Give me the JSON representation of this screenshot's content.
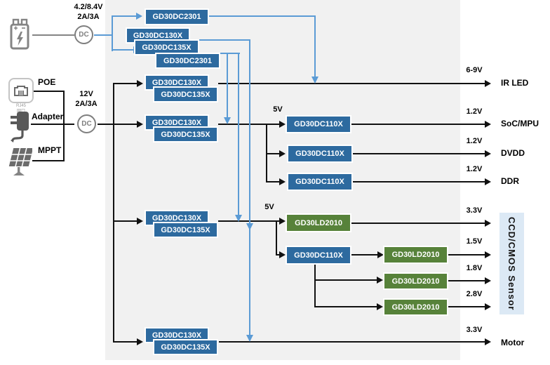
{
  "colors": {
    "block_blue": "#2D6A9F",
    "block_green": "#57823A",
    "line_blue": "#5B9BD5",
    "panel_gray": "#F1F1F1",
    "sensor_bg": "#DCE9F5"
  },
  "battery_path": {
    "voltage_label": "4.2/8.4V",
    "current_label": "2A/3A",
    "dc_label": "DC"
  },
  "main_path": {
    "voltage_label": "12V",
    "current_label": "2A/3A",
    "dc_label": "DC",
    "sources": [
      {
        "label": "POE"
      },
      {
        "label": "Adapter"
      },
      {
        "label": "MPPT"
      }
    ],
    "rj45_caption_line1": "RJ45",
    "rj45_caption_line2": "网口"
  },
  "parts": {
    "dc2301": "GD30DC2301",
    "dc130x": "GD30DC130X",
    "dc135x": "GD30DC135X",
    "dc110x": "GD30DC110X",
    "ld2010": "GD30LD2010"
  },
  "rails": {
    "five_v": "5V"
  },
  "outputs": {
    "ir_led": {
      "voltage": "6-9V",
      "load": "IR LED"
    },
    "soc": {
      "voltage": "1.2V",
      "load": "SoC/MPU"
    },
    "dvdd": {
      "voltage": "1.2V",
      "load": "DVDD"
    },
    "ddr": {
      "voltage": "1.2V",
      "load": "DDR"
    },
    "sensor_3v3": {
      "voltage": "3.3V"
    },
    "sensor_1v5": {
      "voltage": "1.5V"
    },
    "sensor_1v8": {
      "voltage": "1.8V"
    },
    "sensor_2v8": {
      "voltage": "2.8V"
    },
    "motor": {
      "voltage": "3.3V",
      "load": "Motor"
    }
  },
  "sensor": {
    "label": "CCD/CMOS Sensor"
  }
}
